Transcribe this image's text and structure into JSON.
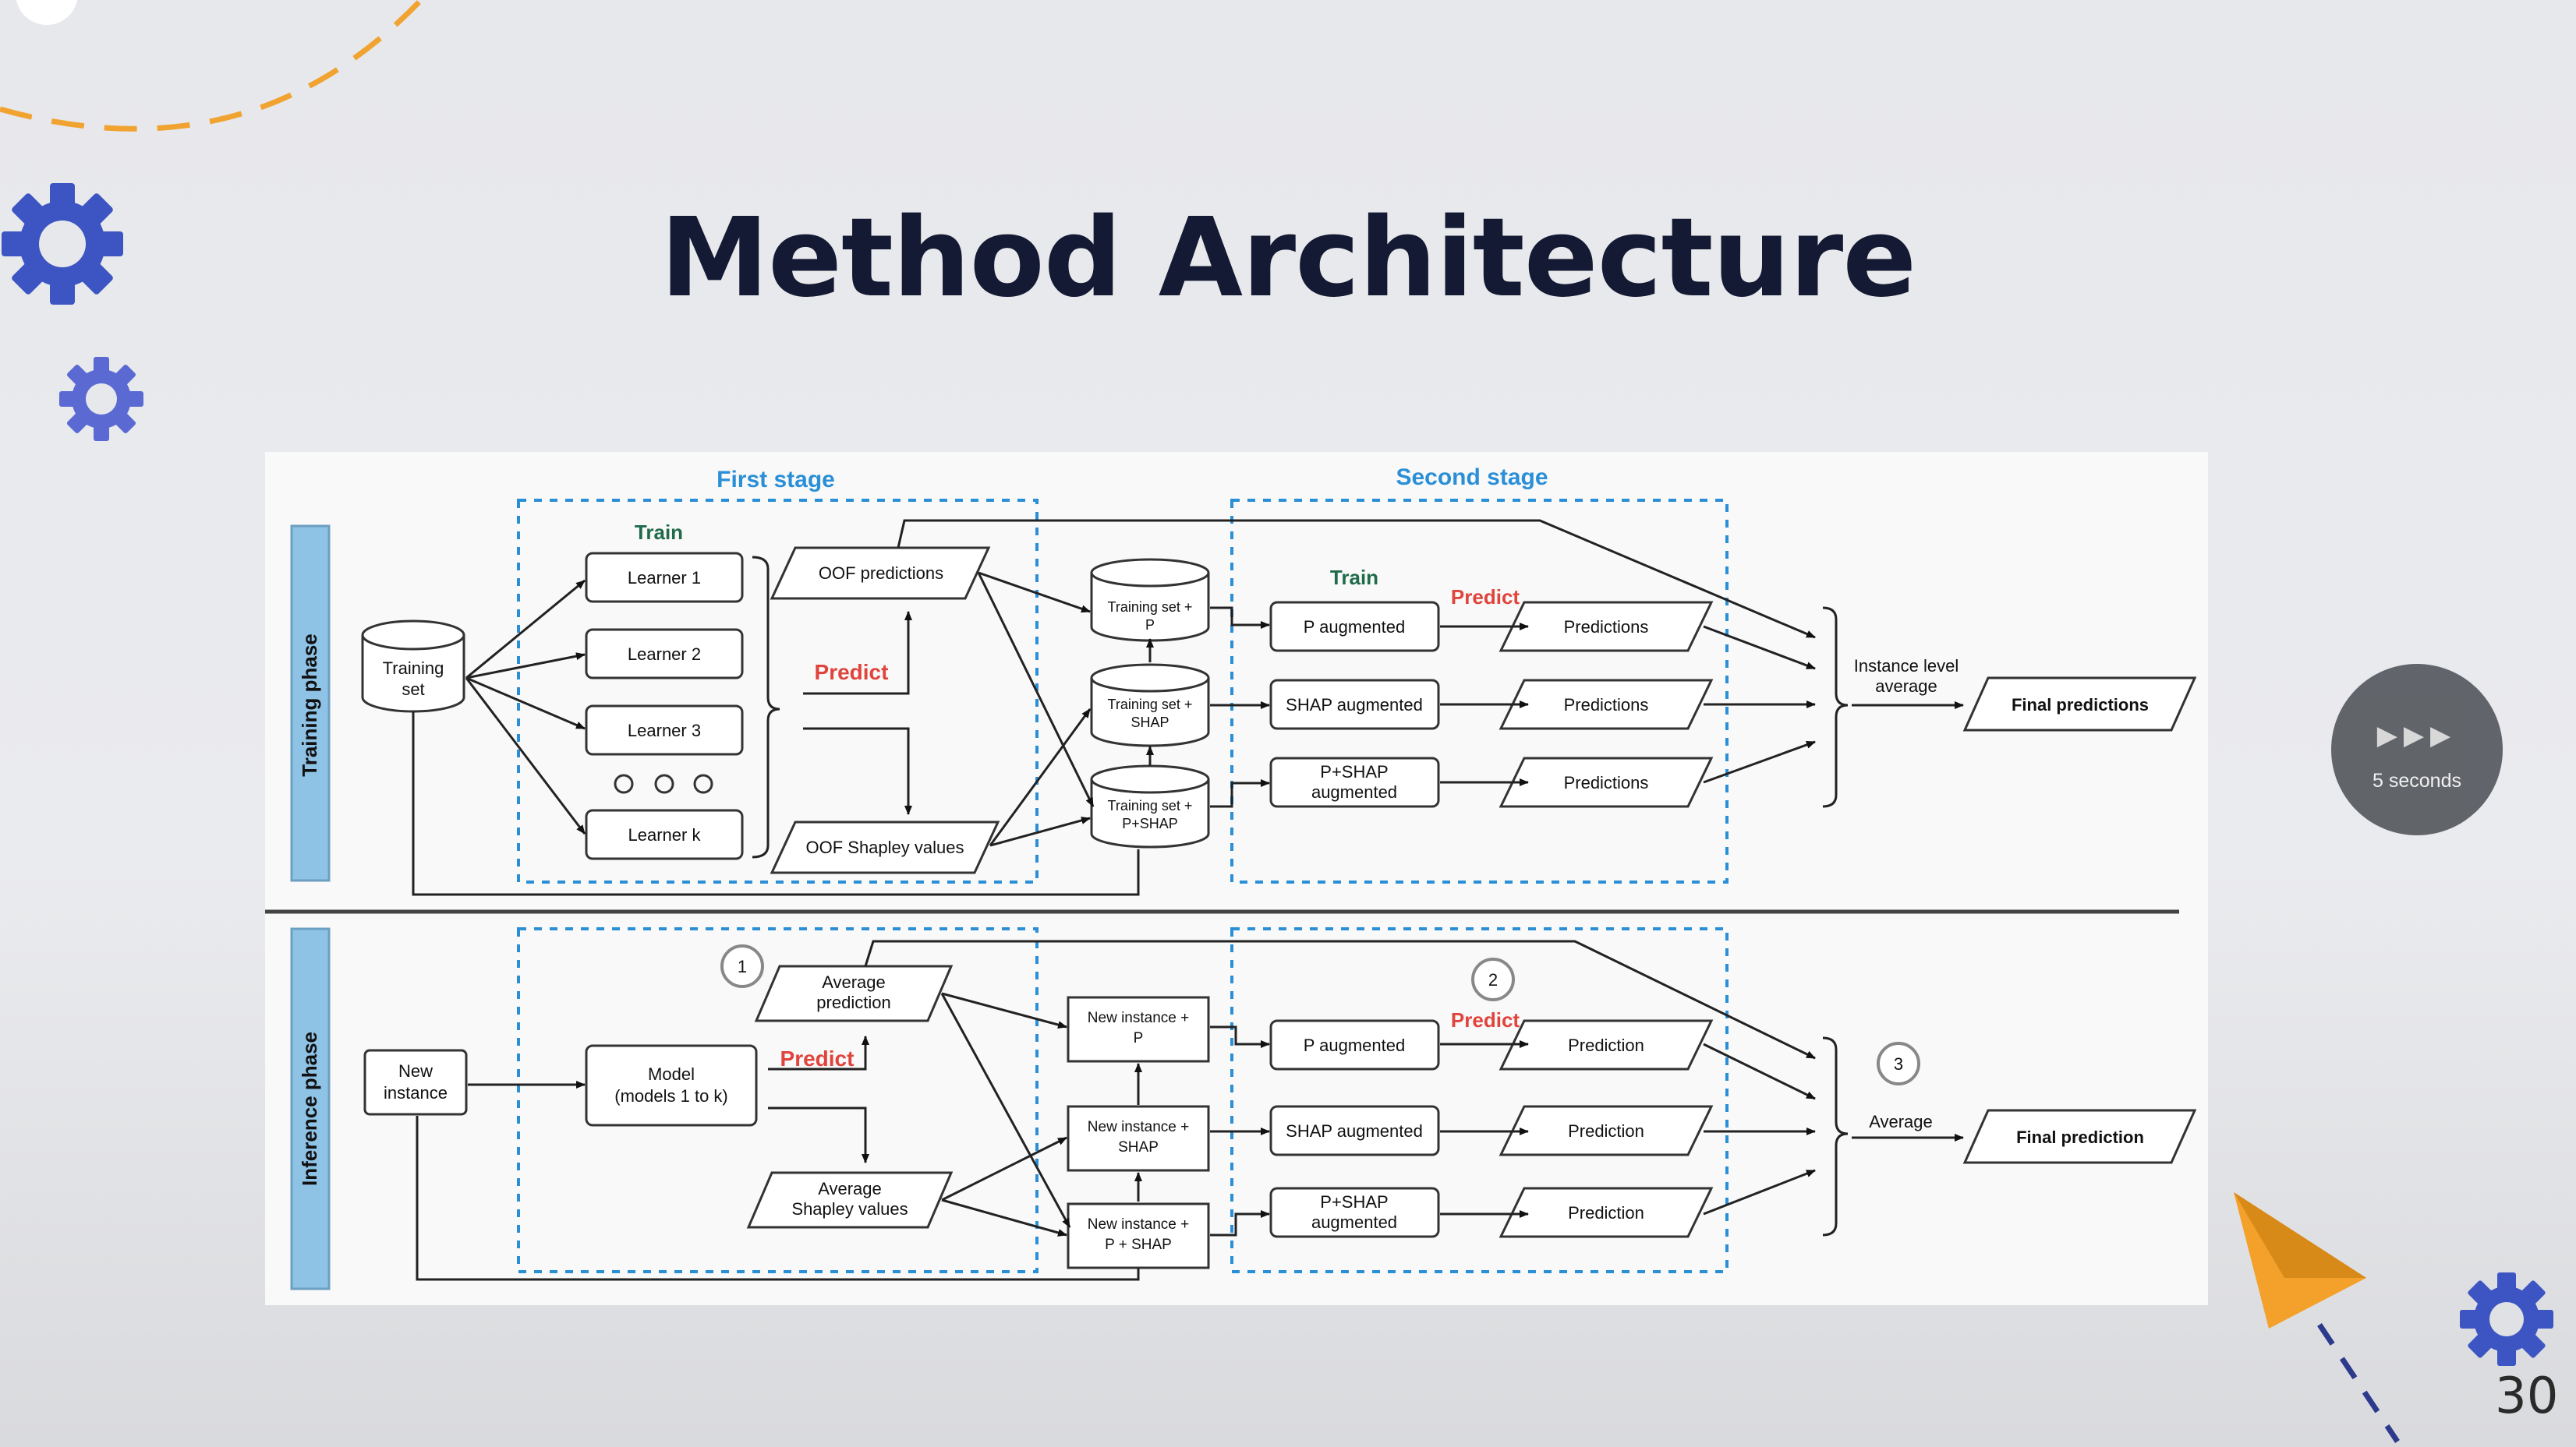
{
  "slide": {
    "title": "Method Architecture",
    "page_number": "30"
  },
  "video_widget": {
    "arrows": "▶▶▶",
    "label": "5 seconds"
  },
  "diagram": {
    "stage_first": "First stage",
    "stage_second": "Second stage",
    "training_phase": "Training phase",
    "inference_phase": "Inference phase",
    "training": {
      "train_1": "Train",
      "train_2": "Train",
      "predict_1": "Predict",
      "predict_2": "Predict",
      "training_set_l1": "Training",
      "training_set_l2": "set",
      "learners": [
        "Learner 1",
        "Learner 2",
        "Learner 3",
        "Learner k"
      ],
      "oof_predictions": "OOF predictions",
      "oof_shap": "OOF Shapley values",
      "tsp_l1": "Training set +",
      "tsp_l2": "P",
      "tss_l1": "Training set +",
      "tss_l2": "SHAP",
      "tsps_l1": "Training set +",
      "tsps_l2": "P+SHAP",
      "p_aug": "P augmented",
      "shap_aug": "SHAP augmented",
      "pshap_aug_l1": "P+SHAP",
      "pshap_aug_l2": "augmented",
      "predictions_1": "Predictions",
      "predictions_2": "Predictions",
      "predictions_3": "Predictions",
      "instance_avg_l1": "Instance level",
      "instance_avg_l2": "average",
      "final": "Final predictions"
    },
    "inference": {
      "step1": "1",
      "step2": "2",
      "step3": "3",
      "new_instance_l1": "New",
      "new_instance_l2": "instance",
      "model_l1": "Model",
      "model_l2": "(models 1 to k)",
      "predict_1": "Predict",
      "predict_2": "Predict",
      "avg_pred_l1": "Average",
      "avg_pred_l2": "prediction",
      "avg_shap_l1": "Average",
      "avg_shap_l2": "Shapley values",
      "nip_l1": "New instance +",
      "nip_l2": "P",
      "nis_l1": "New instance +",
      "nis_l2": "SHAP",
      "nips_l1": "New instance +",
      "nips_l2": "P + SHAP",
      "p_aug": "P augmented",
      "shap_aug": "SHAP augmented",
      "pshap_aug_l1": "P+SHAP",
      "pshap_aug_l2": "augmented",
      "prediction_1": "Prediction",
      "prediction_2": "Prediction",
      "prediction_3": "Prediction",
      "average": "Average",
      "final": "Final prediction"
    }
  },
  "colors": {
    "stage_blue": "#2a8fd6",
    "phase_bar": "#8fc3e6",
    "predict_red": "#e0443c",
    "train_green": "#1f6b4a",
    "gear_blue": "#3c55c2",
    "dash_orange": "#f0a330",
    "plane_orange": "#f3a12b",
    "trail_navy": "#2d3a8c"
  }
}
